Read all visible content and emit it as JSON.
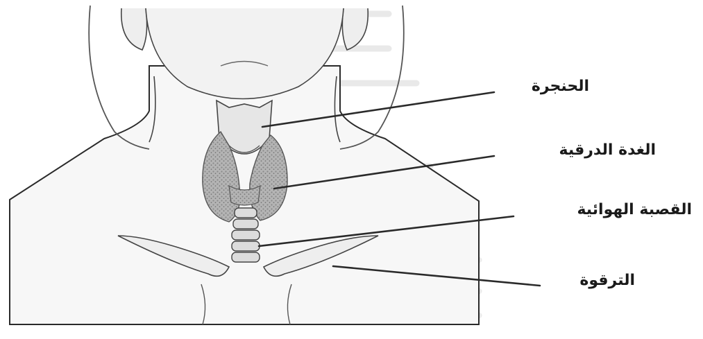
{
  "labels": {
    "larynx": "الحنجرة",
    "thyroid": "الغدة الدرقية",
    "trachea": "القصبة الهوائية",
    "clavicle": "الترقوة"
  },
  "colors": {
    "line": "#2a2a2a",
    "thyroid_fill": "#a9a9a9",
    "skin_fill": "#f4f4f4",
    "background_text": "#e6e6e6"
  }
}
